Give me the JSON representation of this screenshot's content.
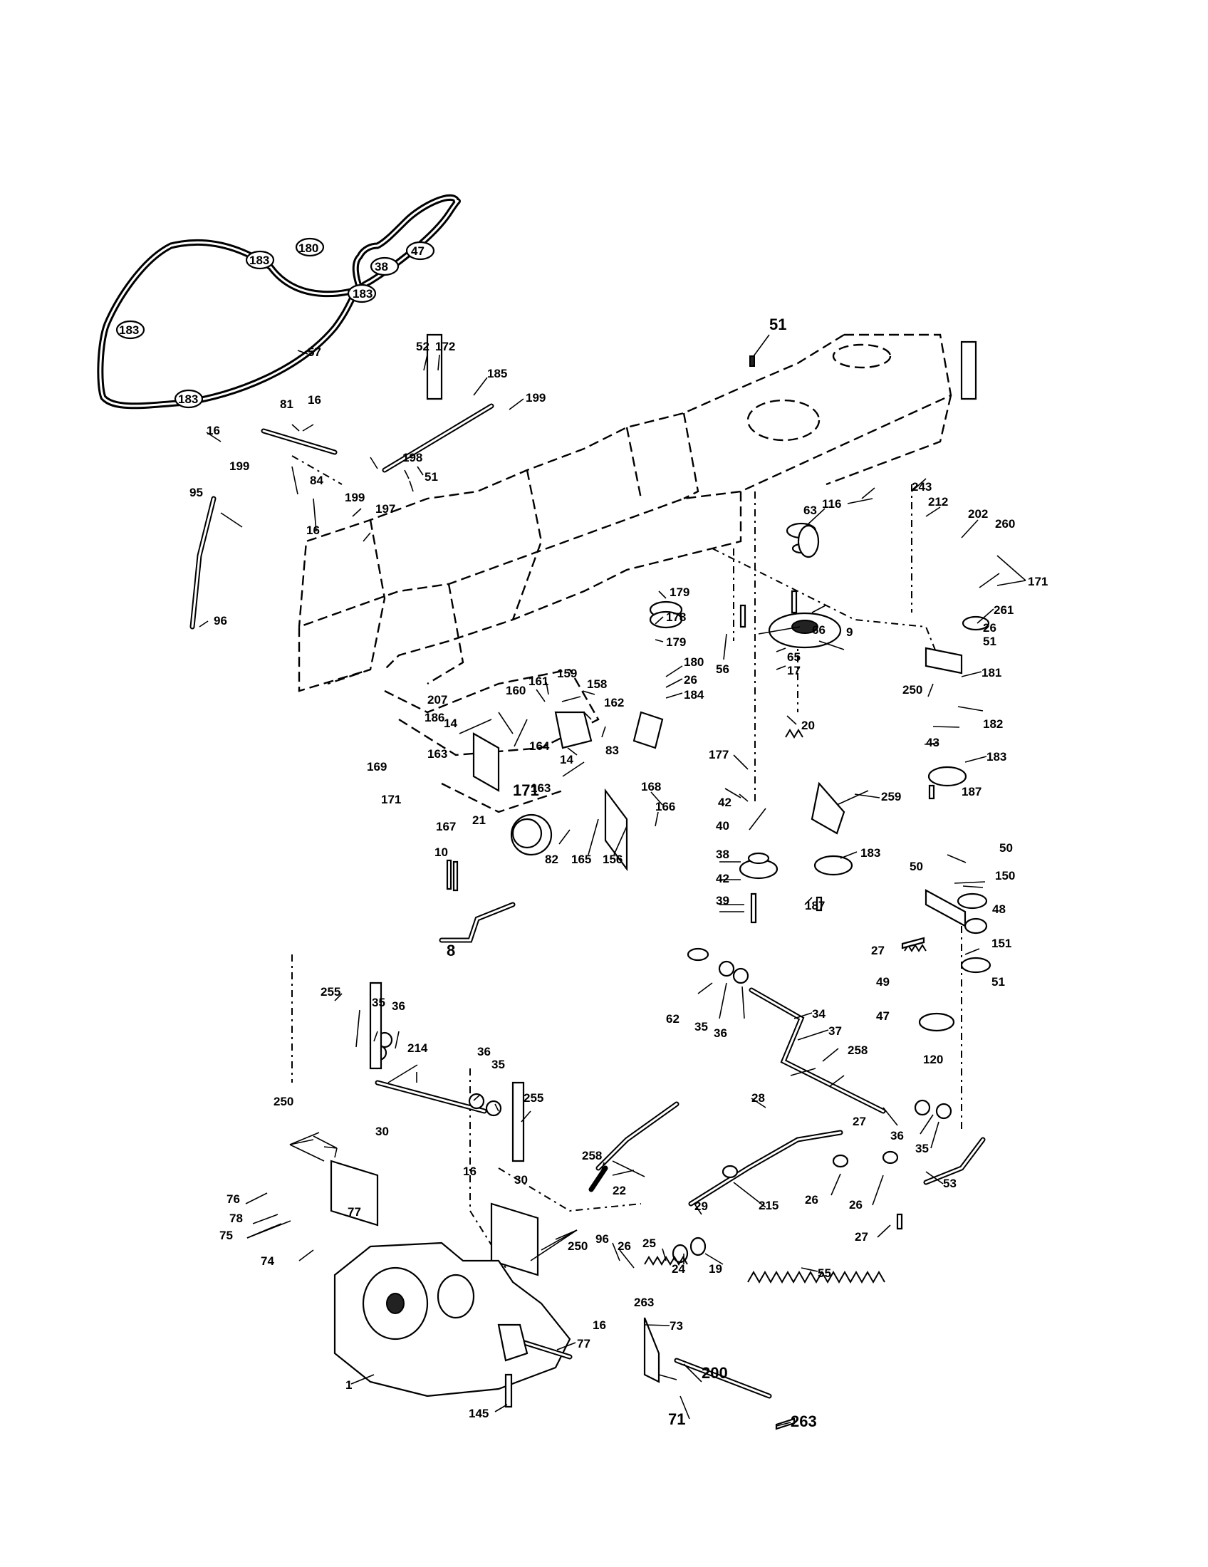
{
  "diagram": {
    "part_labels": [
      "57",
      "183",
      "180",
      "47",
      "38",
      "183",
      "183",
      "183",
      "52",
      "172",
      "185",
      "199",
      "81",
      "16",
      "16",
      "199",
      "84",
      "199",
      "198",
      "51",
      "197",
      "16",
      "95",
      "96",
      "51",
      "243",
      "212",
      "116",
      "63",
      "202",
      "260",
      "171",
      "261",
      "26",
      "51",
      "179",
      "178",
      "179",
      "180",
      "26",
      "184",
      "56",
      "66",
      "9",
      "65",
      "17",
      "20",
      "250",
      "181",
      "43",
      "182",
      "183",
      "187",
      "207",
      "186",
      "14",
      "163",
      "169",
      "171",
      "167",
      "171",
      "161",
      "160",
      "159",
      "158",
      "162",
      "164",
      "14",
      "163",
      "83",
      "168",
      "166",
      "82",
      "165",
      "156",
      "21",
      "10",
      "8",
      "177",
      "42",
      "40",
      "38",
      "42",
      "39",
      "259",
      "183",
      "187",
      "50",
      "50",
      "150",
      "48",
      "27",
      "151",
      "49",
      "51",
      "47",
      "120",
      "62",
      "35",
      "36",
      "34",
      "37",
      "258",
      "36",
      "35",
      "255",
      "35",
      "36",
      "214",
      "36",
      "35",
      "255",
      "250",
      "30",
      "76",
      "78",
      "75",
      "74",
      "77",
      "16",
      "30",
      "250",
      "28",
      "27",
      "258",
      "22",
      "29",
      "26",
      "26",
      "53",
      "215",
      "27",
      "96",
      "26",
      "25",
      "24",
      "19",
      "55",
      "263",
      "73",
      "16",
      "77",
      "1",
      "145",
      "200",
      "71",
      "263"
    ]
  }
}
